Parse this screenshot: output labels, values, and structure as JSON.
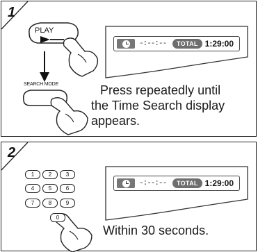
{
  "steps": [
    {
      "number": "1",
      "play_label": "PLAY",
      "search_mode_label": "SEARCH MODE",
      "display": {
        "dashes": "-:--:--",
        "total_label": "TOTAL",
        "time": "1:29:00"
      },
      "instruction_lines": [
        "Press repeatedly until",
        "the Time Search display",
        "appears."
      ]
    },
    {
      "number": "2",
      "keypad": [
        "1",
        "2",
        "3",
        "4",
        "5",
        "6",
        "7",
        "8",
        "9",
        "0"
      ],
      "display": {
        "dashes": "-:--:--",
        "total_label": "TOTAL",
        "time": "1:29:00"
      },
      "instruction": "Within 30 seconds."
    }
  ]
}
